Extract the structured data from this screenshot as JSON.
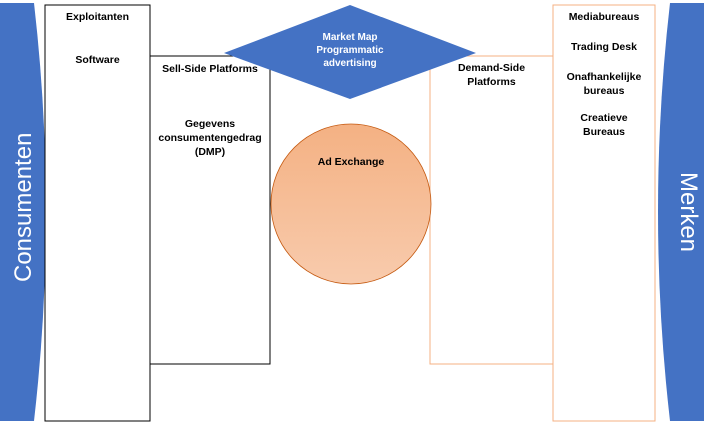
{
  "left_pillar": {
    "label": "Consumenten",
    "fill": "#4472c4"
  },
  "right_pillar": {
    "label": "Merken",
    "fill": "#4472c4"
  },
  "diamond": {
    "label": "Market Map\nProgrammatic\nadvertising",
    "fill": "#4472c4",
    "text_color": "#ffffff"
  },
  "left_box": {
    "items": [
      "Exploitanten",
      "Software"
    ],
    "border": "#000000"
  },
  "sell_side_box": {
    "title": "Sell-Side Platforms",
    "item": "Gegevens\nconsumentengedrag\n(DMP)",
    "border": "#000000"
  },
  "circle": {
    "label": "Ad Exchange",
    "fill_top": "#f4b183",
    "fill_bottom": "#f8cbad",
    "stroke": "#c55a11"
  },
  "demand_side_box": {
    "title": "Demand-Side\nPlatforms",
    "border": "#f4b183"
  },
  "right_box": {
    "items": [
      "Mediabureaus",
      "Trading Desk",
      "Onafhankelijke\nbureaus",
      "Creatieve\nBureaus"
    ],
    "border": "#f4b183"
  }
}
